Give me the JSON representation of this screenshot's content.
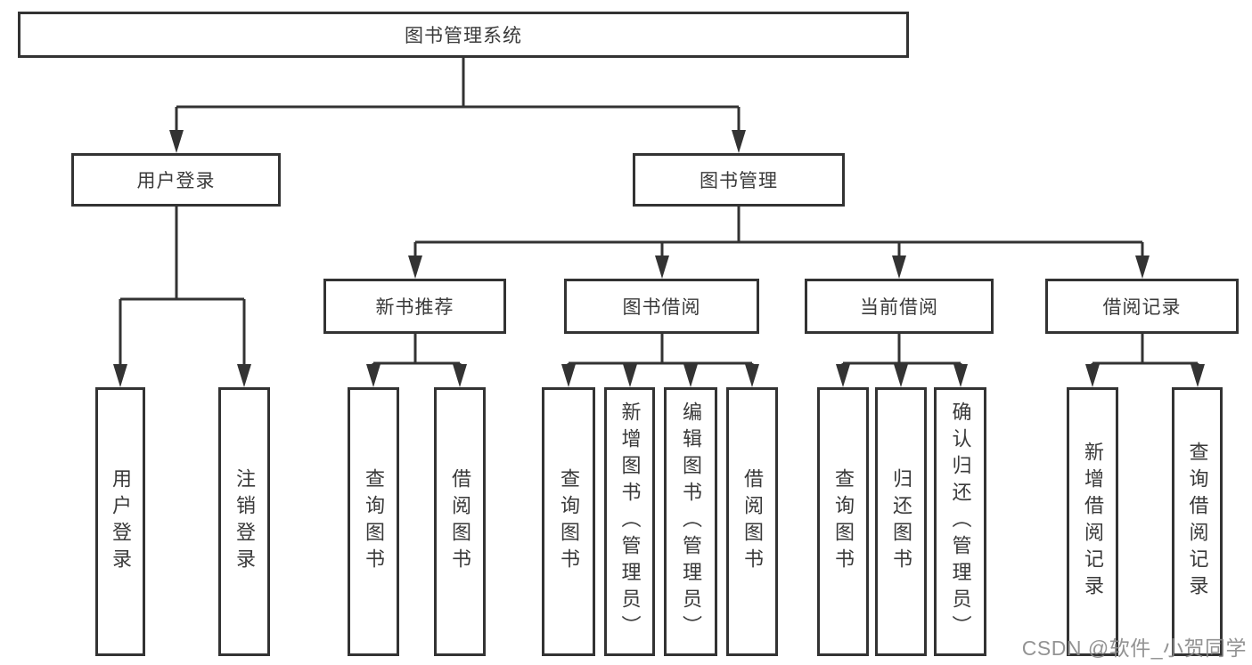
{
  "diagram": {
    "root": {
      "label": "图书管理系统",
      "children": [
        {
          "label": "用户登录",
          "children": [
            {
              "label": "用户登录"
            },
            {
              "label": "注销登录"
            }
          ]
        },
        {
          "label": "图书管理",
          "children": [
            {
              "label": "新书推荐",
              "children": [
                {
                  "label": "查询图书"
                },
                {
                  "label": "借阅图书"
                }
              ]
            },
            {
              "label": "图书借阅",
              "children": [
                {
                  "label": "查询图书"
                },
                {
                  "label": "新增图书（管理员）"
                },
                {
                  "label": "编辑图书（管理员）"
                },
                {
                  "label": "借阅图书"
                }
              ]
            },
            {
              "label": "当前借阅",
              "children": [
                {
                  "label": "查询图书"
                },
                {
                  "label": "归还图书"
                },
                {
                  "label": "确认归还（管理员）"
                }
              ]
            },
            {
              "label": "借阅记录",
              "children": [
                {
                  "label": "新增借阅记录"
                },
                {
                  "label": "查询借阅记录"
                }
              ]
            }
          ]
        }
      ]
    },
    "watermark": "CSDN @软件_小贺同学",
    "colors": {
      "line": "#333333",
      "box_border": "#333333",
      "text": "#3a3a3a",
      "background": "#ffffff",
      "watermark": "#8a8a8a"
    }
  }
}
